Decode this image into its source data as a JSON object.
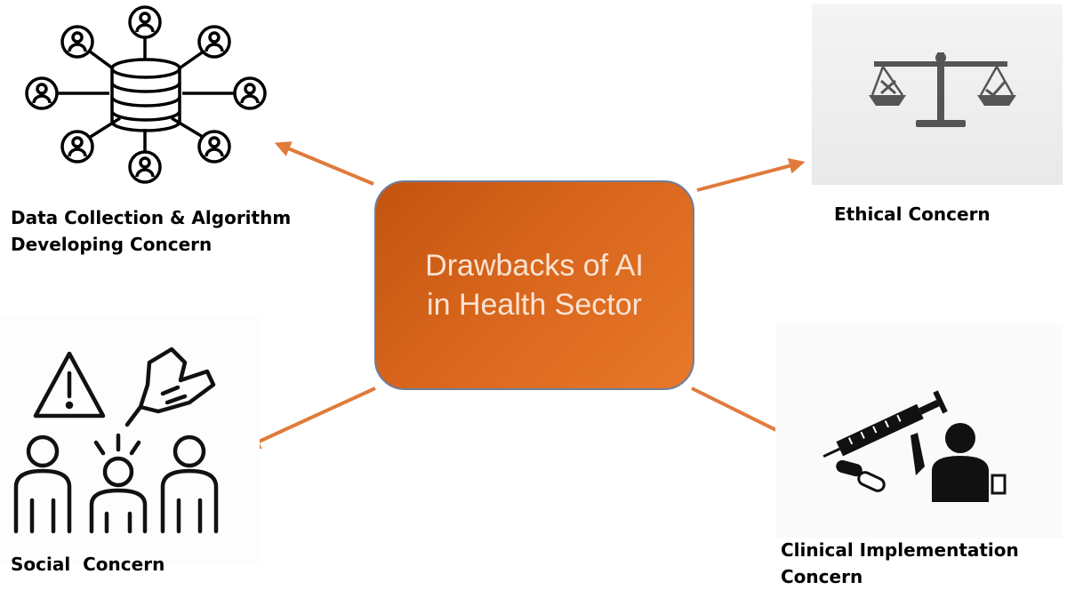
{
  "center": {
    "line1": "Drawbacks of AI",
    "line2": "in Health Sector"
  },
  "concerns": {
    "data_collection": {
      "line1": "Data Collection & Algorithm",
      "line2": "Developing Concern",
      "icon": "database-network-icon"
    },
    "ethical": {
      "label": "Ethical Concern",
      "icon": "balance-scale-icon"
    },
    "social": {
      "label": "Social  Concern",
      "icon": "people-warning-icon"
    },
    "clinical": {
      "line1": "Clinical Implementation",
      "line2": "Concern",
      "icon": "syringe-patient-icon"
    }
  },
  "colors": {
    "center_fill": "#d8651c",
    "center_text": "#fbe3d2",
    "arrow": "#e07b3a"
  }
}
